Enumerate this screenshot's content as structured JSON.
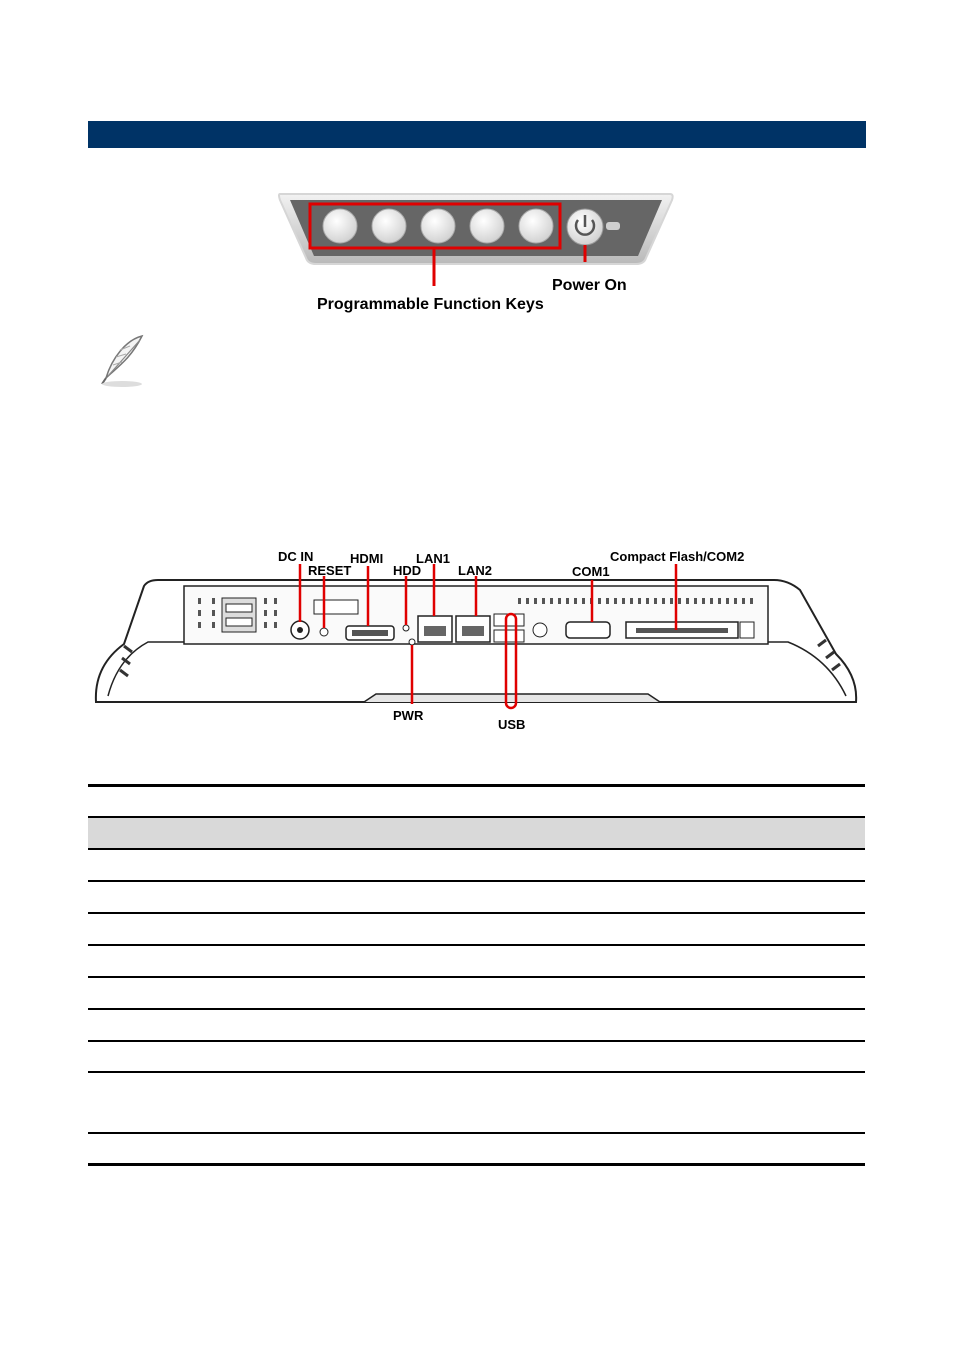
{
  "section_header": {
    "title": ""
  },
  "keys_figure": {
    "callouts": {
      "function_keys": "Programmable Function Keys",
      "power_on": "Power On"
    },
    "key_count": 5
  },
  "io_figure": {
    "callouts": {
      "dc_in": "DC IN",
      "reset": "RESET",
      "hdmi": "HDMI",
      "hdd": "HDD",
      "lan1": "LAN1",
      "lan2": "LAN2",
      "com1": "COM1",
      "compact_flash": "Compact Flash/COM2",
      "pwr": "PWR",
      "usb": "USB"
    }
  },
  "colors": {
    "section_bar": "#003366",
    "callout_red": "#e00000",
    "table_header_fill": "#d9d9d9"
  },
  "icons": [
    "feather-note-icon",
    "power-icon"
  ],
  "table": {
    "header_row_count": 1,
    "body_row_count": 9
  }
}
